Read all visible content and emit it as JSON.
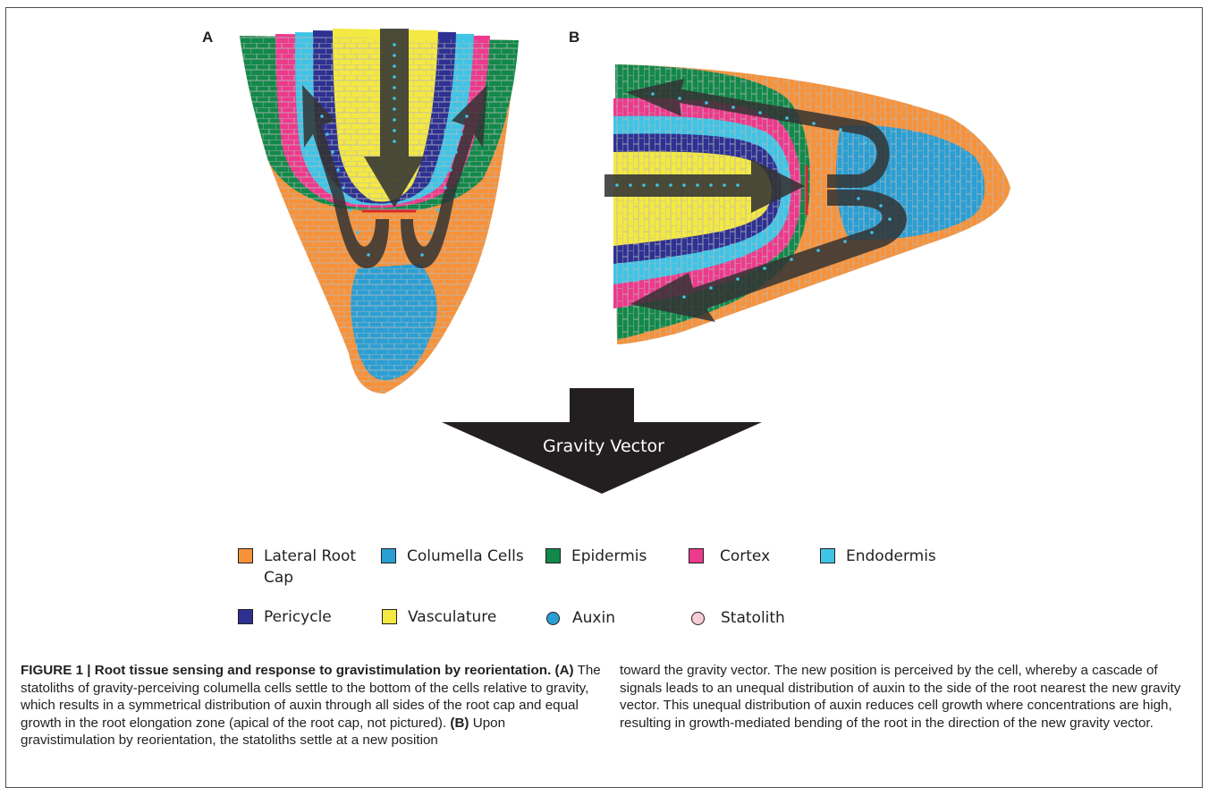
{
  "panels": {
    "a": "A",
    "b": "B"
  },
  "gravity_vector_label": "Gravity Vector",
  "legend": [
    {
      "label": "Lateral Root Cap",
      "color": "#f7923a",
      "shape": "square"
    },
    {
      "label": "Columella Cells",
      "color": "#2b9fd4",
      "shape": "square"
    },
    {
      "label": "Epidermis",
      "color": "#12894a",
      "shape": "square"
    },
    {
      "label": "Cortex",
      "color": "#ed3a8c",
      "shape": "square"
    },
    {
      "label": "Endodermis",
      "color": "#40c4e6",
      "shape": "square"
    },
    {
      "label": "Pericycle",
      "color": "#2e3192",
      "shape": "square"
    },
    {
      "label": "Vasculature",
      "color": "#f4e842",
      "shape": "square"
    },
    {
      "label": "Auxin",
      "color": "#2b9fd4",
      "shape": "circle"
    },
    {
      "label": "Statolith",
      "color": "#f9cdd8",
      "shape": "circle"
    }
  ],
  "caption": {
    "figure_label": "FIGURE 1 | Root tissue sensing and response to gravistimulation by reorientation.",
    "a_label": "(A)",
    "a_text": "The statoliths of gravity-perceiving columella cells settle to the bottom of the cells relative to gravity, which results in a symmetrical distribution of auxin through all sides of the root cap and equal growth in the root elongation zone (apical of the root cap, not pictured).",
    "b_label": "(B)",
    "b_text": "Upon gravistimulation by reorientation, the statoliths settle at a new position",
    "right_text": "toward the gravity vector. The new position is perceived by the cell, whereby a cascade of signals leads to an unequal distribution of auxin to the side of the root nearest the new gravity vector. This unequal distribution of auxin reduces cell growth where concentrations are high, resulting in growth-mediated bending of the root in the direction of the new gravity vector."
  }
}
